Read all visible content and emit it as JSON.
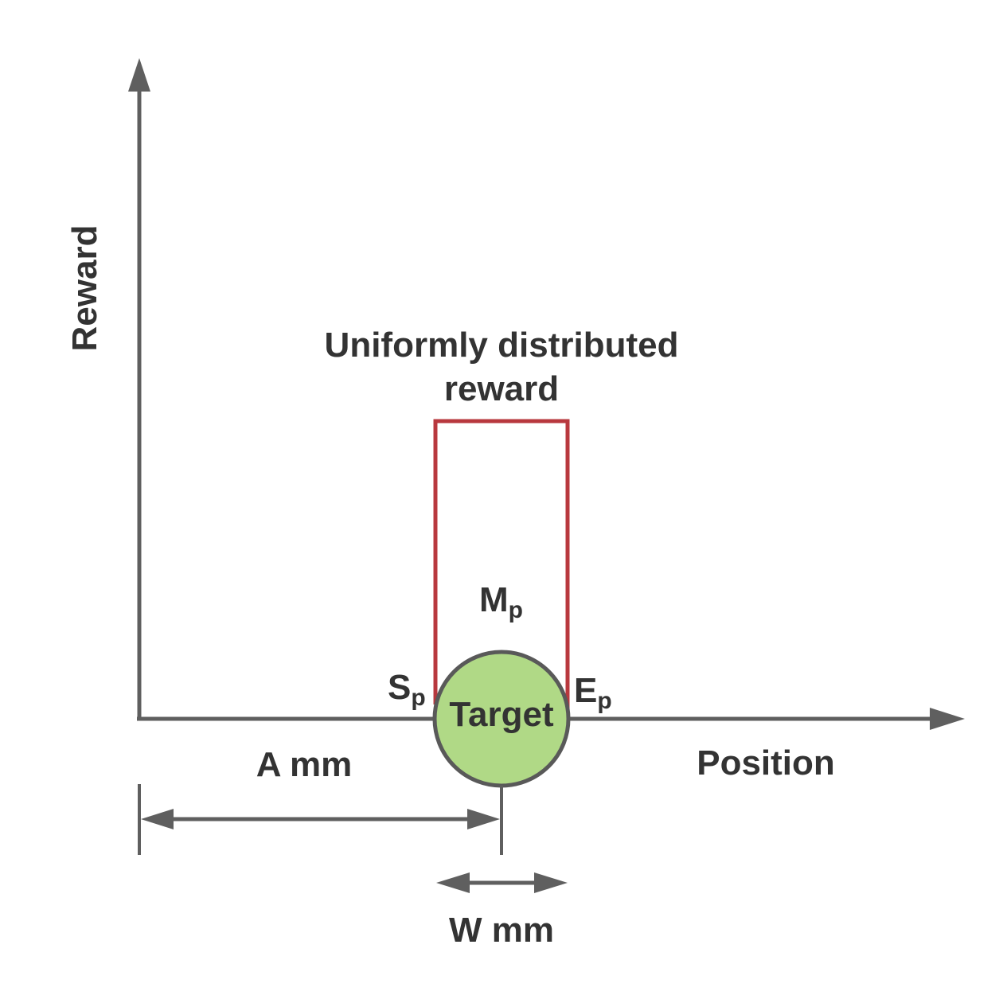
{
  "diagram": {
    "y_axis_label": "Reward",
    "x_axis_label": "Position",
    "reward_title_line1": "Uniformly distributed",
    "reward_title_line2": "reward",
    "middle_point": {
      "main": "M",
      "sub": "p"
    },
    "start_point": {
      "main": "S",
      "sub": "p"
    },
    "end_point": {
      "main": "E",
      "sub": "p"
    },
    "target_label": "Target",
    "amplitude_label": "A mm",
    "width_label": "W mm",
    "colors": {
      "axis": "#5f5f5f",
      "reward_box": "#b8383e",
      "target_fill": "#b0d986",
      "target_stroke": "#595959",
      "text": "#333333"
    }
  }
}
